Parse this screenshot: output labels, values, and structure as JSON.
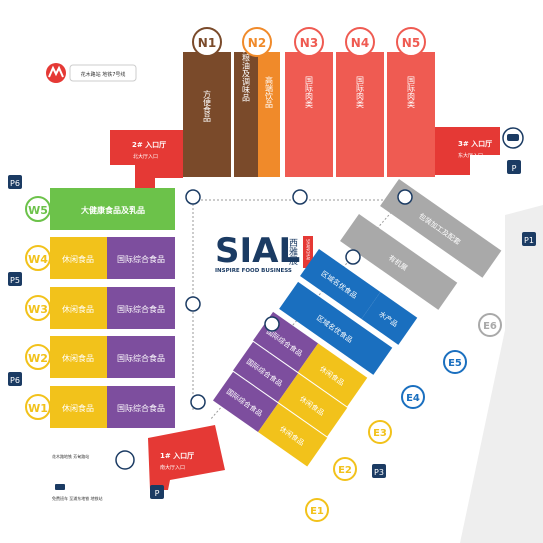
{
  "metro": {
    "label": "花木路站 地铁7号线"
  },
  "brand": {
    "logo_text": "SIAL",
    "tagline": "INSPIRE FOOD BUSINESS",
    "cn_vertical": "西雅展",
    "tag": "SHANGHAI"
  },
  "north": [
    {
      "id": "N1",
      "label": "方便食品",
      "color": "#7a4a2a",
      "ring": "#7a4a2a"
    },
    {
      "id": "N2a",
      "label": "方便食品,粮油及调味品",
      "color": "#7a4a2a",
      "ring": "#f08a2a"
    },
    {
      "id": "N2",
      "label": "高端饮品",
      "color": "#f08a2a",
      "ring": "#f08a2a"
    },
    {
      "id": "N3",
      "label": "国际肉类",
      "color": "#ef5b52",
      "ring": "#ef5b52"
    },
    {
      "id": "N4",
      "label": "国际肉类",
      "color": "#ef5b52",
      "ring": "#ef5b52"
    },
    {
      "id": "N5",
      "label": "国际肉类",
      "color": "#ef5b52",
      "ring": "#ef5b52"
    }
  ],
  "west": {
    "w5": {
      "id": "W5",
      "label": "大健康食品及乳品",
      "color": "#6cc24a"
    },
    "rows": [
      {
        "id": "W4",
        "left": "休闲食品",
        "right": "国际综合食品"
      },
      {
        "id": "W3",
        "left": "休闲食品",
        "right": "国际综合食品"
      },
      {
        "id": "W2",
        "left": "休闲食品",
        "right": "国际综合食品"
      },
      {
        "id": "W1",
        "left": "休闲食品",
        "right": "国际综合食品"
      }
    ],
    "yellow": "#f2c21b",
    "purple": "#7d4e9e"
  },
  "east": [
    {
      "id": "E1",
      "a": "国际综合食品",
      "b": "休闲食品"
    },
    {
      "id": "E2",
      "a": "国际综合食品",
      "b": "休闲食品"
    },
    {
      "id": "E3",
      "a": "国际综合食品",
      "b": "休闲食品"
    },
    {
      "id": "E4",
      "a": "区域名优食品",
      "b": ""
    },
    {
      "id": "E5",
      "a": "区域名优食品",
      "b": "水产品"
    },
    {
      "id": "E6",
      "a": "有机展",
      "b": ""
    },
    {
      "id": "E7",
      "a": "包装加工及配套",
      "b": ""
    }
  ],
  "halls": [
    {
      "id": "h1",
      "title": "1# 入口厅",
      "sub": "南大厅入口"
    },
    {
      "id": "h2",
      "title": "2# 入口厅",
      "sub": "北大厅入口"
    },
    {
      "id": "h3",
      "title": "3# 入口厅",
      "sub": "东大厅入口"
    }
  ],
  "parking": [
    "P1",
    "P3",
    "P5",
    "P6",
    "P6",
    "P"
  ],
  "legend": [
    "花木路地铁 芳甸路站",
    "免费班车 至浦东地铁 地铁站"
  ],
  "colors": {
    "blue": "#1a6fbf",
    "grey": "#a9a9a9",
    "red_hall": "#e53935",
    "navy": "#1b3b63"
  }
}
